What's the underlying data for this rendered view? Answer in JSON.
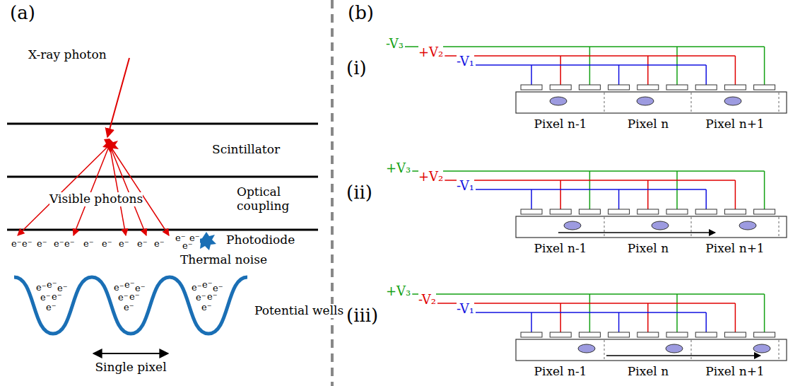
{
  "diagram": {
    "labels": [
      "(a)",
      "X-ray photon",
      "Scintillator",
      "Optical coupling",
      "Visible photons",
      "Photodiode",
      "e⁻",
      "e⁻",
      "e⁻",
      "e⁻",
      "e⁻",
      "e⁻",
      "e⁻",
      "e⁻",
      "e⁻",
      "e⁻",
      "e⁻",
      "e⁻",
      "e⁻",
      "Thermal noise",
      "e⁻",
      "e⁻",
      "e⁻",
      "e⁻",
      "e⁻",
      "e⁻",
      "e⁻",
      "e⁻",
      "e⁻",
      "e⁻",
      "e⁻",
      "e⁻",
      "e⁻",
      "e⁻",
      "e⁻",
      "e⁻",
      "e⁻",
      "e⁻",
      "Potential wells",
      "Single pixel",
      "(b)",
      "(i)",
      "-V₃",
      "+V₂",
      "-V₁",
      "Pixel n-1",
      "Pixel n",
      "Pixel n+1",
      "(ii)",
      "+V₃",
      "+V₂",
      "-V₁",
      "Pixel n-1",
      "Pixel n",
      "Pixel n+1",
      "(iii)",
      "+V₃",
      "-V₂",
      "-V₁",
      "Pixel n-1",
      "Pixel n",
      "Pixel n+1"
    ]
  }
}
